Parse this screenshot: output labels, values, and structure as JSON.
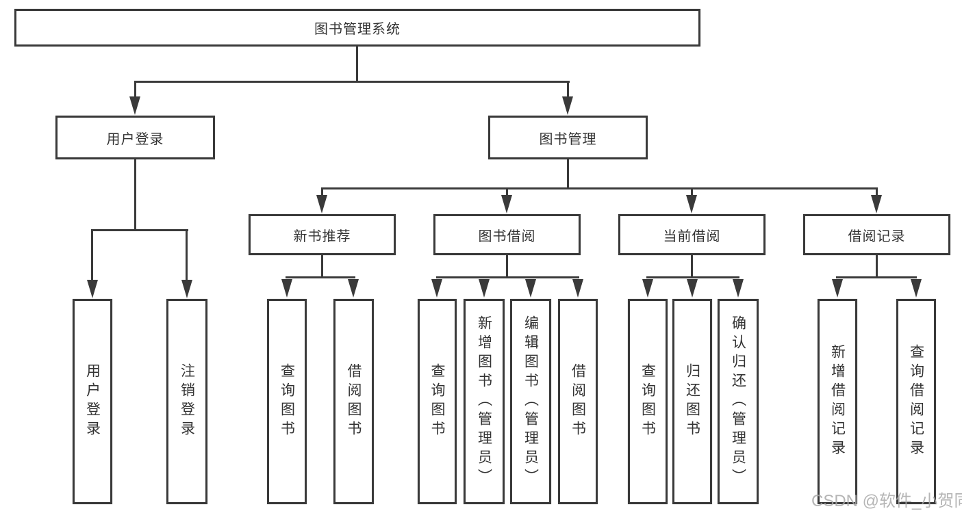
{
  "diagram": {
    "type": "hierarchy-tree",
    "orientation": "top-down"
  },
  "colors": {
    "background": "#ffffff",
    "line": "#3a3a3a",
    "text": "#333333",
    "watermark": "#a9a9a9"
  },
  "tree": {
    "label": "图书管理系统",
    "children": [
      {
        "label": "用户登录",
        "children": [
          {
            "label": "用户登录"
          },
          {
            "label": "注销登录"
          }
        ]
      },
      {
        "label": "图书管理",
        "children": [
          {
            "label": "新书推荐",
            "children": [
              {
                "label": "查询图书"
              },
              {
                "label": "借阅图书"
              }
            ]
          },
          {
            "label": "图书借阅",
            "children": [
              {
                "label": "查询图书"
              },
              {
                "label": "新增图书（管理员）"
              },
              {
                "label": "编辑图书（管理员）"
              },
              {
                "label": "借阅图书"
              }
            ]
          },
          {
            "label": "当前借阅",
            "children": [
              {
                "label": "查询图书"
              },
              {
                "label": "归还图书"
              },
              {
                "label": "确认归还（管理员）"
              }
            ]
          },
          {
            "label": "借阅记录",
            "children": [
              {
                "label": "新增借阅记录"
              },
              {
                "label": "查询借阅记录"
              }
            ]
          }
        ]
      }
    ]
  },
  "watermark": {
    "text": "CSDN @软件_小贺同学"
  }
}
